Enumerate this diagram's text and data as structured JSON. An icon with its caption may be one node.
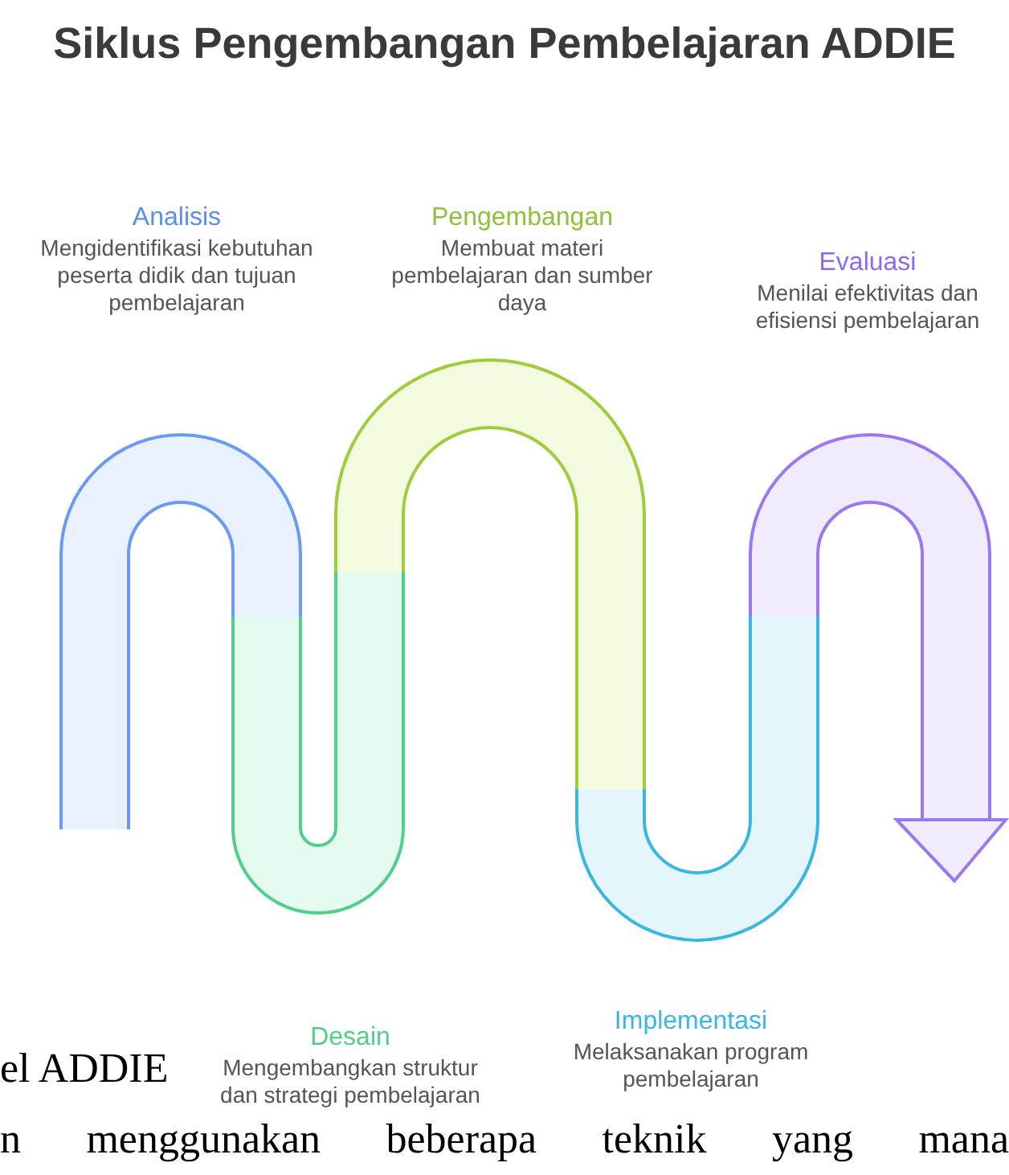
{
  "diagram": {
    "title": "Siklus Pengembangan Pembelajaran ADDIE",
    "nodes": [
      {
        "text": [
          "Analisis",
          "Mengidentifikasi kebutuhan peserta didik dan tujuan pembelajaran"
        ]
      },
      {
        "text": [
          "Pengembangan",
          "Membuat materi pembelajaran dan sumber daya"
        ]
      },
      {
        "text": [
          "Evaluasi",
          "Menilai efektivitas dan efisiensi pembelajaran"
        ]
      },
      {
        "text": [
          "Desain",
          "Mengembangkan struktur dan strategi pembelajaran"
        ]
      },
      {
        "text": [
          "Implementasi",
          "Melaksanakan program pembelajaran"
        ]
      }
    ],
    "labels": [
      "el ADDIE",
      "n menggunakan beberapa teknik yang mana"
    ]
  }
}
